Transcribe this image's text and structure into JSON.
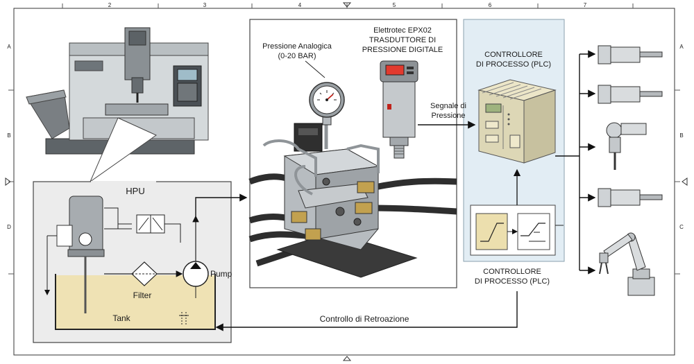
{
  "frame": {
    "col_labels": [
      "2",
      "3",
      "4",
      "5",
      "6",
      "7"
    ],
    "row_labels_left": [
      "A",
      "B",
      "D"
    ],
    "row_labels_right": [
      "A",
      "B",
      "C"
    ]
  },
  "hpu": {
    "title": "HPU",
    "filter_label": "Filter",
    "tank_label": "Tank",
    "pump_label": "Pump"
  },
  "sensors": {
    "analog_line1": "Pressione Analogica",
    "analog_line2": "(0-20 BAR)",
    "digital_line1": "Elettrotec EPX02",
    "digital_line2": "TRASDUTTORE DI",
    "digital_line3": "PRESSIONE DIGITALE"
  },
  "signal": {
    "line1": "Segnale di",
    "line2": "Pressione"
  },
  "plc": {
    "top_line1": "CONTROLLORE",
    "top_line2": "DI PROCESSO (PLC)",
    "bottom_line1": "CONTROLLORE",
    "bottom_line2": "DI PROCESSO (PLC)"
  },
  "feedback": {
    "label": "Controllo di Retroazione"
  },
  "colors": {
    "panel_blue": "#e2edf4",
    "oil": "#efe2b4",
    "machine": "#cfd4d6",
    "plc_body": "#ddd7b6",
    "led_red": "#e23a2e",
    "hose": "#2e2e2e",
    "steel": "#a9aeb2"
  }
}
